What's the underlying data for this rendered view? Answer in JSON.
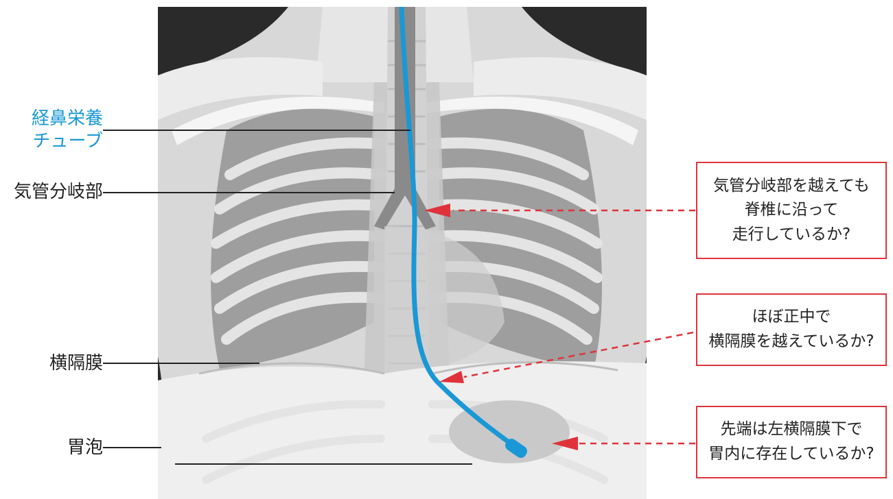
{
  "labels": {
    "tube_line1": "経鼻栄養",
    "tube_line2": "チューブ",
    "carina": "気管分岐部",
    "diaphragm": "横隔膜",
    "gastric_bubble": "胃泡"
  },
  "checks": [
    {
      "lines": [
        "気管分岐部を越えても",
        "脊椎に沿って",
        "走行しているか?"
      ]
    },
    {
      "lines": [
        "ほぼ正中で",
        "横隔膜を越えているか?"
      ]
    },
    {
      "lines": [
        "先端は左横隔膜下で",
        "胃内に存在しているか?"
      ]
    }
  ],
  "colors": {
    "tube": "#1a98d5",
    "check_border": "#e0323a",
    "arrow": "#e0323a",
    "leader_line": "#222222"
  }
}
